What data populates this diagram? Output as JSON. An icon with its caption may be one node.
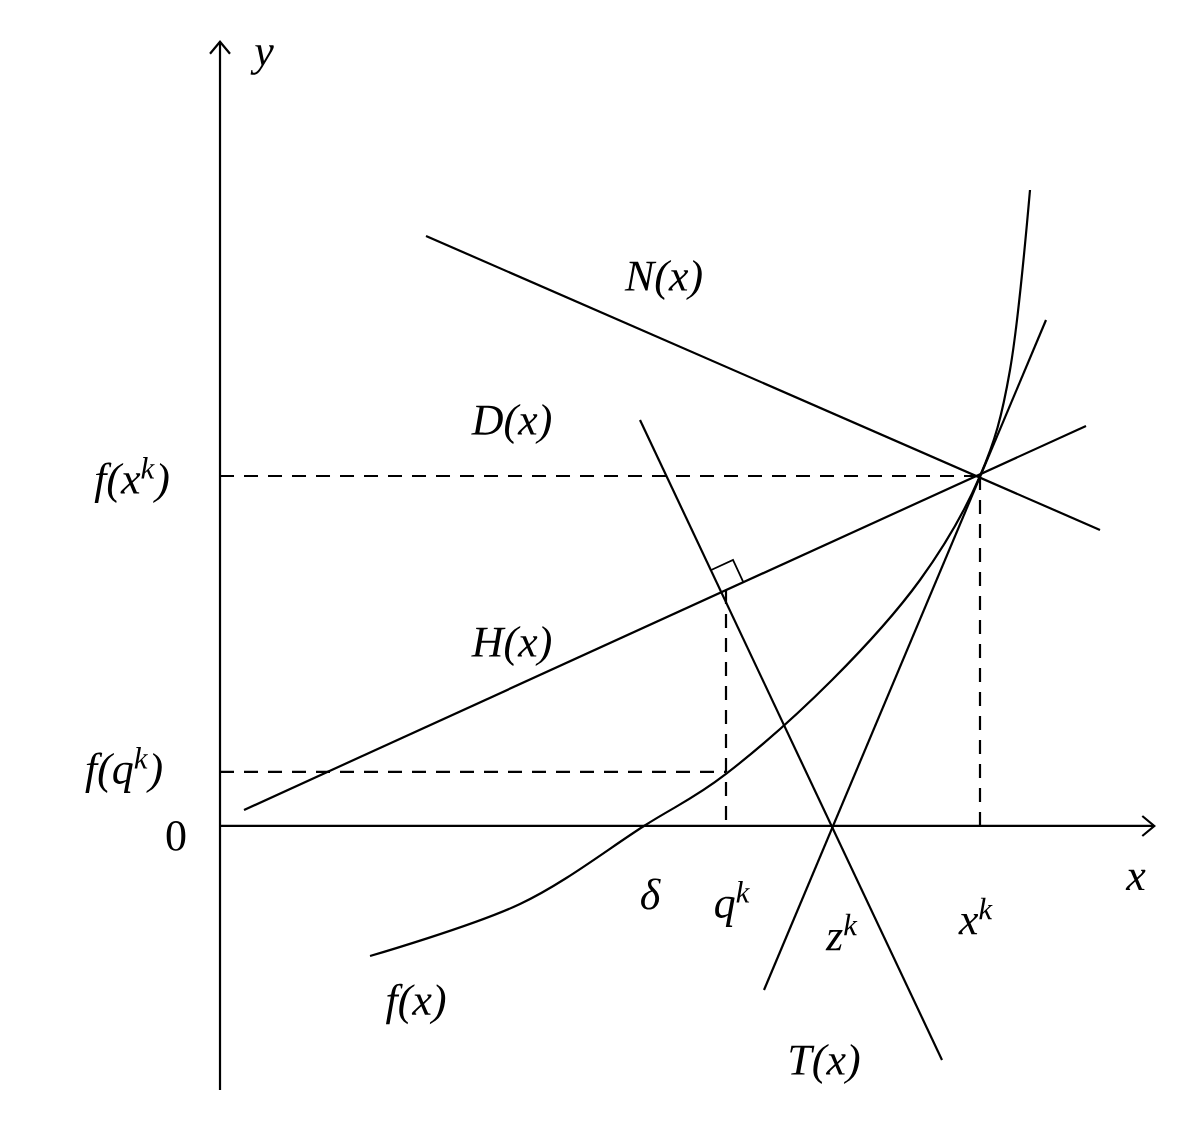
{
  "diagram": {
    "labels": [
      "y",
      "N(x)",
      "D(x)",
      "f(x$^{k}$)",
      "H(x)",
      "f(q$^{k}$)",
      "0",
      "x",
      "δ",
      "q$^{k}$",
      "z$^{k}$",
      "x$^{k}$",
      "f(x)",
      "T(x)"
    ]
  }
}
